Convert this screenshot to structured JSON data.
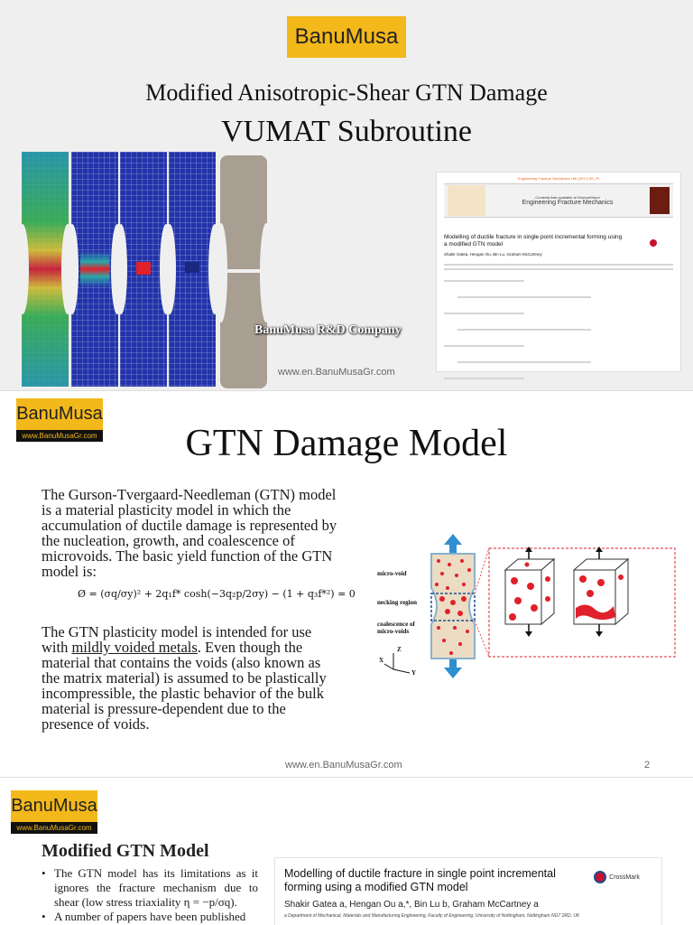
{
  "slide1": {
    "logo": "BanuMusa",
    "title_line1": "Modified Anisotropic-Shear GTN Damage",
    "title_line2": "VUMAT Subroutine",
    "company_label": "BanuMusa R&D Company",
    "url": "www.en.BanuMusaGr.com",
    "paper_thumbnail": {
      "journal_line": "Engineering Fracture Mechanics 186 (2017) 59–79",
      "contents_line": "Contents lists available at ScienceDirect",
      "journal_name": "Engineering Fracture Mechanics",
      "title": "Modelling of ductile fracture in single point incremental forming using a modified GTN model",
      "authors": "Shakir Gatea, Hengan Ou, Bin Lu, Graham McCartney"
    }
  },
  "slide2": {
    "logo": "BanuMusa",
    "logo_url": "www.BanuMusaGr.com",
    "title": "GTN Damage Model",
    "paragraph1": "The Gurson-Tvergaard-Needleman (GTN) model is a material plasticity model in which the accumulation of ductile damage is represented by the nucleation, growth, and coalescence of microvoids. The basic yield function of the GTN model is:",
    "formula": "Ø = (σq/σy)² + 2q₁f* cosh(−3q₂p/2σy) − (1 + q₃f*²) = 0",
    "paragraph2_before": "The GTN plasticity model is intended for use with ",
    "paragraph2_underlined": "mildly voided metals",
    "paragraph2_after": ". Even though the material that contains the voids (also known as the matrix material) is assumed to be plastically incompressible, the plastic behavior of the bulk material is pressure-dependent due to the presence of voids.",
    "figure_labels": {
      "micro_void": "micro-void",
      "necking": "necking region",
      "coalescence": "coalescence of micro-voids",
      "axis_x": "X",
      "axis_y": "Y",
      "axis_z": "Z"
    },
    "url": "www.en.BanuMusaGr.com",
    "page_number": "2"
  },
  "slide3": {
    "logo": "BanuMusa",
    "logo_url": "www.BanuMusaGr.com",
    "heading": "Modified GTN Model",
    "bullets": [
      "The GTN model has its limitations as it ignores the fracture mechanism due to shear (low stress triaxiality η = −p/σq).",
      "A number of papers have been published"
    ],
    "paper": {
      "title": "Modelling of ductile fracture in single point incremental forming using a modified GTN model",
      "authors": "Shakir Gatea a, Hengan Ou a,*, Bin Lu b, Graham McCartney a",
      "affiliation": "a Department of Mechanical, Materials and Manufacturing Engineering, Faculty of Engineering, University of Nottingham, Nottingham NG7 2RD, UK",
      "crossmark": "CrossMark"
    }
  },
  "colors": {
    "logo_yellow": "#f3b81a",
    "fe_blue": "#2233aa",
    "void_red": "#e0202a",
    "arrow_blue": "#2f8fd0"
  }
}
